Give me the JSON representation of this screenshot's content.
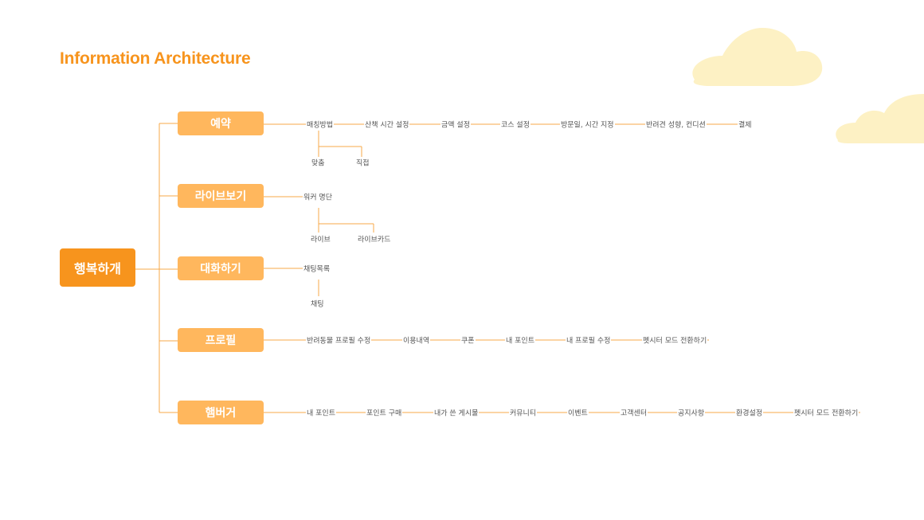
{
  "title": "Information Architecture",
  "colors": {
    "accent": "#f7941d",
    "category": "#ffb75d",
    "line": "#f7a94a",
    "cloud": "#fdf1c4"
  },
  "root": {
    "label": "행복하개"
  },
  "categories": {
    "reservation": {
      "label": "예약",
      "chain": [
        "매칭방법",
        "산책 시간 설정",
        "금액 설정",
        "코스 설정",
        "방문일, 시간 지정",
        "반려견 성향, 컨디션",
        "결제"
      ],
      "sub": [
        "맞춤",
        "직접"
      ]
    },
    "live": {
      "label": "라이브보기",
      "chain": [
        "워커 명단"
      ],
      "sub": [
        "라이브",
        "라이브카드"
      ]
    },
    "chat": {
      "label": "대화하기",
      "chain": [
        "채팅목록"
      ],
      "sub": [
        "채팅"
      ]
    },
    "profile": {
      "label": "프로필",
      "chain": [
        "반려동물 프로필 수정",
        "이용내역",
        "쿠폰",
        "내 포인트",
        "내 프로필 수정",
        "펫시터 모드 전환하기"
      ]
    },
    "hamburger": {
      "label": "햄버거",
      "chain": [
        "내 포인트",
        "포인트 구매",
        "내가 쓴 게시물",
        "커뮤니티",
        "이벤트",
        "고객센터",
        "공지사항",
        "환경설정",
        "펫시터 모드 전환하기"
      ]
    }
  }
}
